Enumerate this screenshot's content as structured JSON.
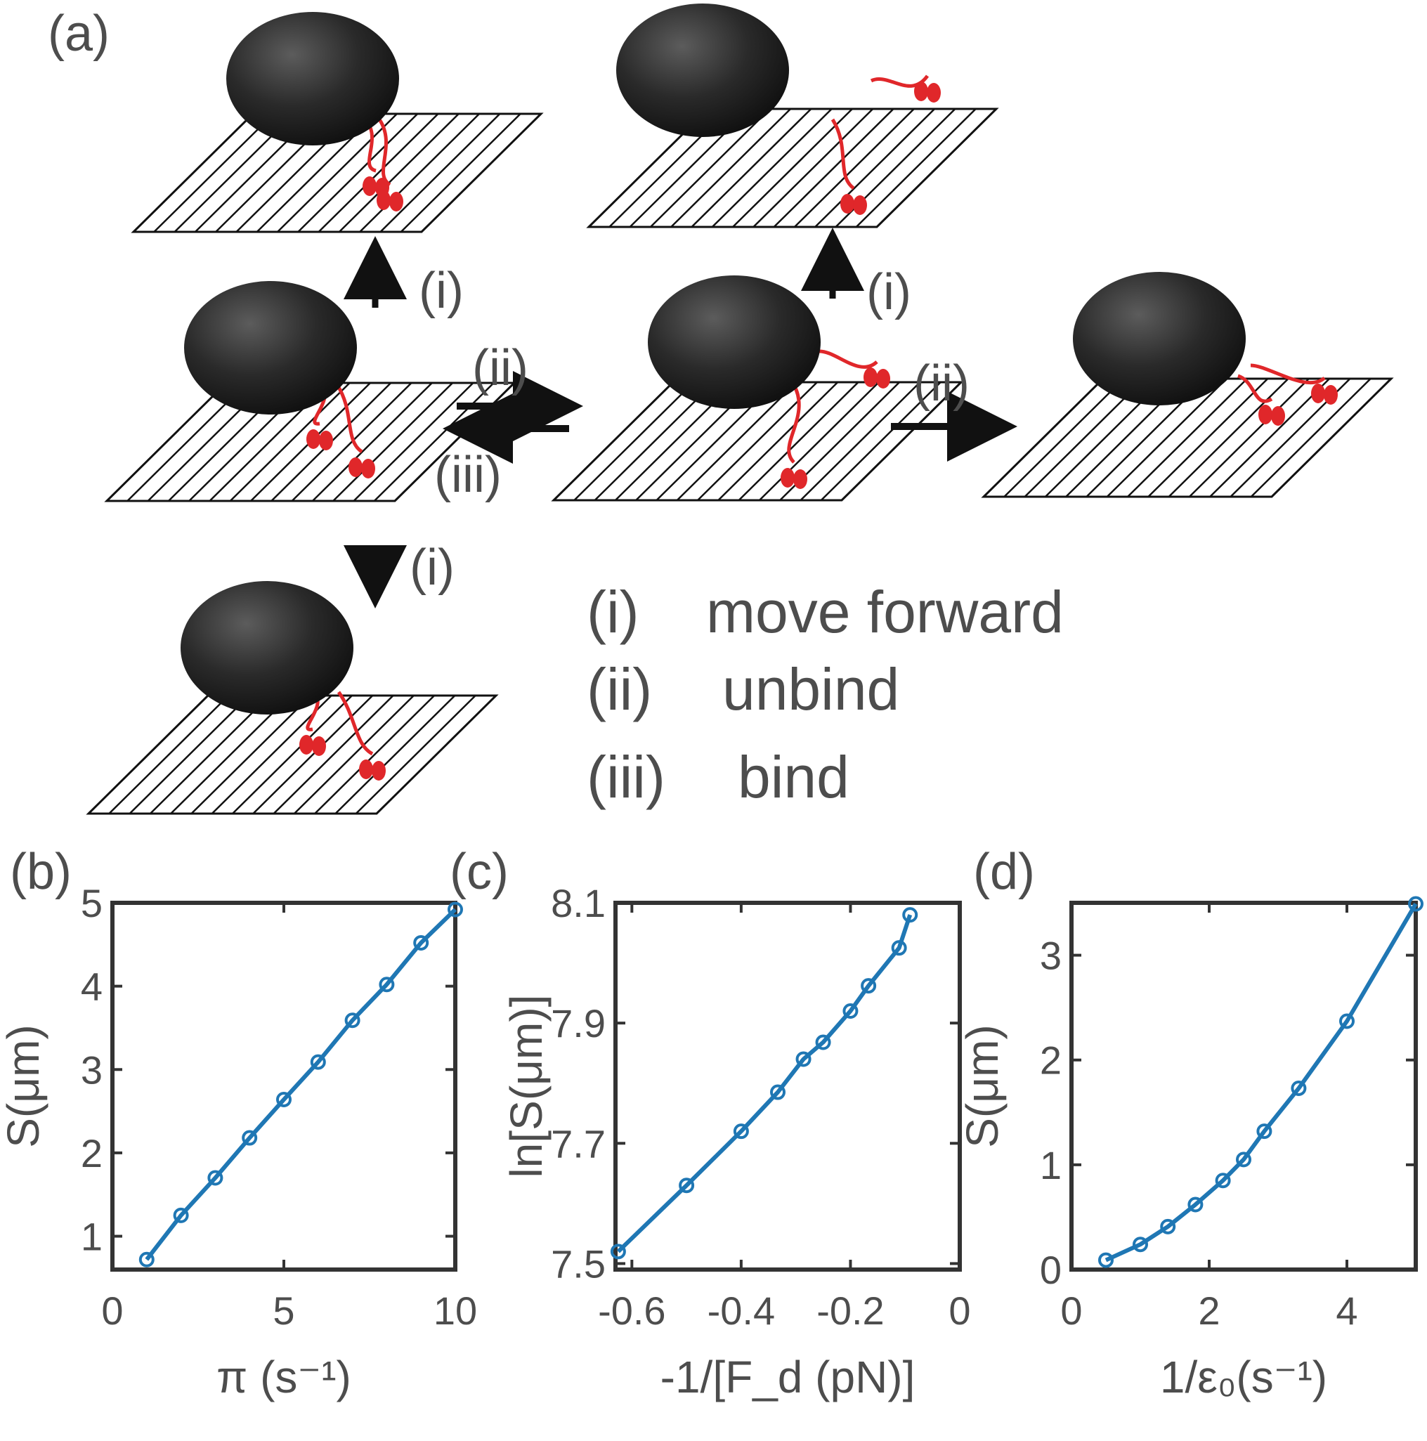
{
  "panels": {
    "a": {
      "label": "(a)",
      "step_labels": [
        "(i)",
        "(i)",
        "(i)",
        "(ii)",
        "(iii)",
        "(ii)"
      ],
      "legend": [
        {
          "key": "(i)",
          "text": "move forward"
        },
        {
          "key": "(ii)",
          "text": "unbind"
        },
        {
          "key": "(iii)",
          "text": "bind"
        }
      ]
    },
    "b": {
      "label": "(b)"
    },
    "c": {
      "label": "(c)"
    },
    "d": {
      "label": "(d)"
    }
  },
  "chart_data": [
    {
      "panel": "b",
      "type": "line",
      "xlabel": "π (s⁻¹)",
      "ylabel": "S(μm)",
      "xlim": [
        0,
        10
      ],
      "ylim": [
        0.6,
        5
      ],
      "xticks": [
        0,
        5,
        10
      ],
      "yticks": [
        1,
        2,
        3,
        4,
        5
      ],
      "series": [
        {
          "color": "#1f77b4",
          "marker": "circle",
          "x": [
            1,
            2,
            3,
            4,
            5,
            6,
            7,
            8,
            9,
            10
          ],
          "y": [
            0.72,
            1.25,
            1.7,
            2.18,
            2.64,
            3.09,
            3.59,
            4.02,
            4.52,
            4.92
          ]
        }
      ]
    },
    {
      "panel": "c",
      "type": "line",
      "xlabel": "-1/[F_d (pN)]",
      "ylabel": "ln[S(μm)]",
      "xlim": [
        -0.63,
        0
      ],
      "ylim": [
        7.49,
        8.1
      ],
      "xticks": [
        -0.6,
        -0.4,
        -0.2,
        0
      ],
      "yticks": [
        7.5,
        7.7,
        7.9,
        8.1
      ],
      "series": [
        {
          "color": "#1f77b4",
          "marker": "circle",
          "x": [
            -0.625,
            -0.5,
            -0.4,
            -0.333,
            -0.286,
            -0.25,
            -0.2,
            -0.167,
            -0.111,
            -0.091
          ],
          "y": [
            7.52,
            7.63,
            7.72,
            7.785,
            7.84,
            7.868,
            7.92,
            7.962,
            8.025,
            8.08
          ]
        }
      ]
    },
    {
      "panel": "d",
      "type": "line",
      "xlabel": "1/ε₀(s⁻¹)",
      "ylabel": "S(μm)",
      "xlim": [
        0,
        5
      ],
      "ylim": [
        0,
        3.5
      ],
      "xticks": [
        0,
        2,
        4
      ],
      "yticks": [
        0,
        1,
        2,
        3
      ],
      "series": [
        {
          "color": "#1f77b4",
          "marker": "circle",
          "x": [
            0.5,
            1.0,
            1.4,
            1.8,
            2.2,
            2.5,
            2.8,
            3.3,
            4.0,
            5.0
          ],
          "y": [
            0.09,
            0.24,
            0.41,
            0.62,
            0.85,
            1.05,
            1.32,
            1.73,
            2.37,
            3.49
          ]
        }
      ]
    }
  ]
}
